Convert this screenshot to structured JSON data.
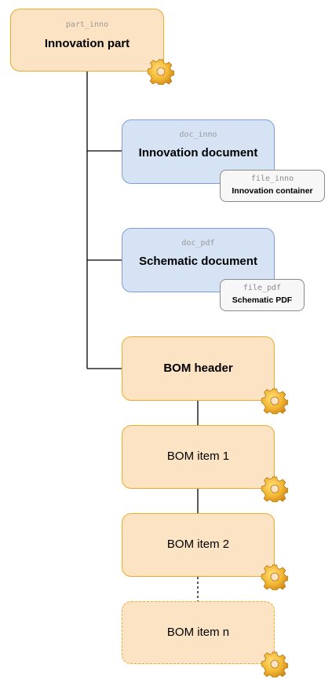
{
  "nodes": {
    "part_inno": {
      "id": "part_inno",
      "label": "Innovation part"
    },
    "doc_inno": {
      "id": "doc_inno",
      "label": "Innovation document"
    },
    "file_inno": {
      "id": "file_inno",
      "label": "Innovation container"
    },
    "doc_pdf": {
      "id": "doc_pdf",
      "label": "Schematic document"
    },
    "file_pdf": {
      "id": "file_pdf",
      "label": "Schematic PDF"
    },
    "bom_header": {
      "label": "BOM header"
    },
    "bom_item_1": {
      "label": "BOM item 1"
    },
    "bom_item_2": {
      "label": "BOM item 2"
    },
    "bom_item_n": {
      "label": "BOM item n"
    }
  },
  "edges": [
    {
      "from": "part_inno",
      "to": "doc_inno",
      "style": "solid"
    },
    {
      "from": "part_inno",
      "to": "doc_pdf",
      "style": "solid"
    },
    {
      "from": "part_inno",
      "to": "bom_header",
      "style": "solid"
    },
    {
      "from": "bom_header",
      "to": "bom_item_1",
      "style": "solid"
    },
    {
      "from": "bom_item_1",
      "to": "bom_item_2",
      "style": "solid"
    },
    {
      "from": "bom_item_2",
      "to": "bom_item_n",
      "style": "dashed"
    }
  ],
  "icons": {
    "part_badge": "gear-icon"
  },
  "colors": {
    "part_fill": "#fce3c4",
    "part_stroke": "#e8ad2a",
    "doc_fill": "#d5e3f5",
    "doc_stroke": "#7e9fd3",
    "file_fill": "#f7f7f7",
    "file_stroke": "#8a8a8a",
    "gear": "#f0b030"
  }
}
